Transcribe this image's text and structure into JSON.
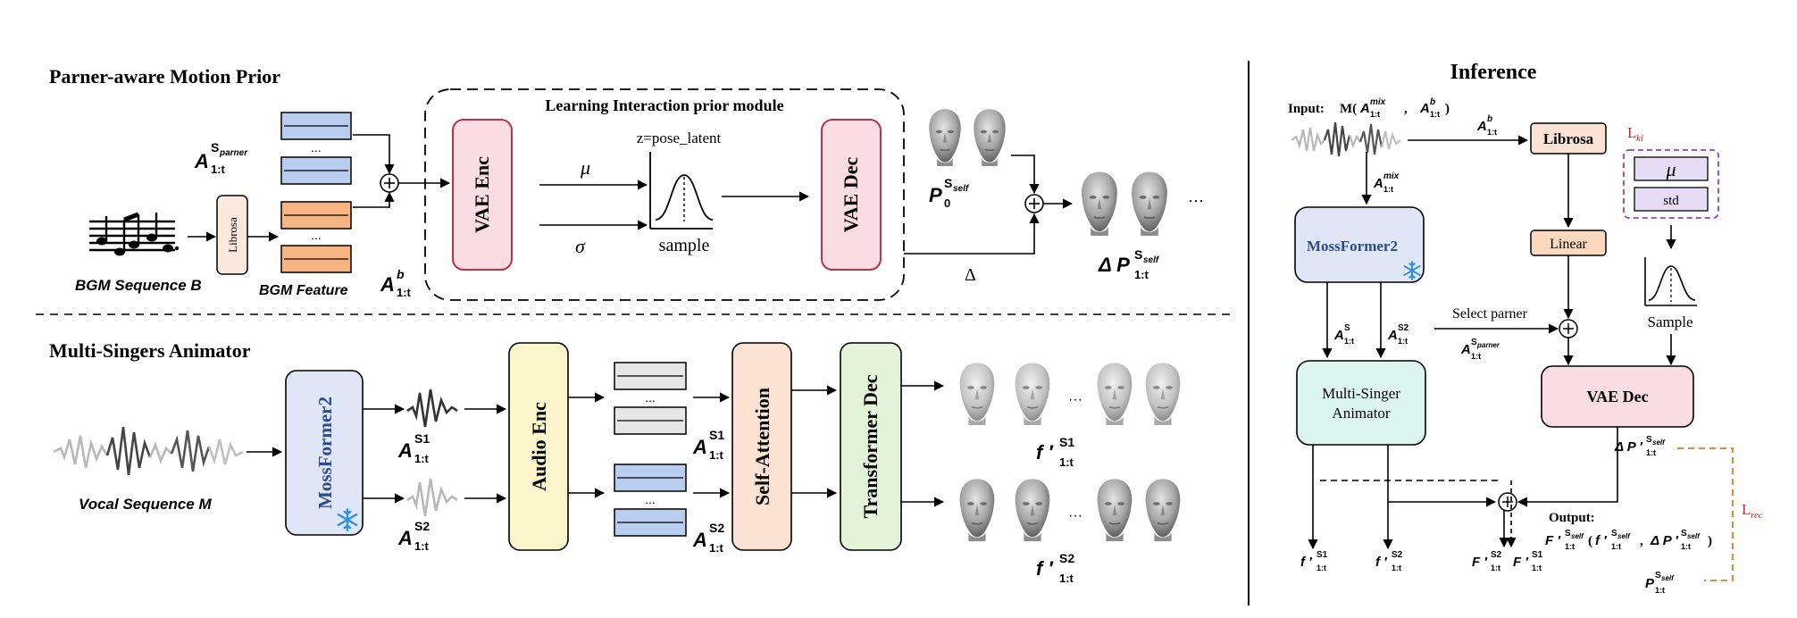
{
  "prior": {
    "title": "Parner-aware Motion Prior",
    "module_title": "Learning Interaction prior module",
    "bgm_label": "BGM Sequence B",
    "librosa": "Librosa",
    "bgm_feature": "BGM Feature",
    "a_partner": {
      "base": "A",
      "sup": "S",
      "supsub": "parner",
      "sub": "1:t"
    },
    "a_bgm": {
      "base": "A",
      "sup": "b",
      "sub": "1:t"
    },
    "dots": "...",
    "vae_enc": "VAE Enc",
    "mu": "μ",
    "sigma": "σ",
    "z_label": "z=pose_latent",
    "sample": "sample",
    "vae_dec": "VAE Dec",
    "p0": {
      "base": "P",
      "sup": "S",
      "supsub": "self",
      "sub": "0"
    },
    "delta": "Δ",
    "delta_p": {
      "prefix": "Δ ",
      "base": "P",
      "sup": "S",
      "supsub": "self",
      "sub": "1:t"
    },
    "ellipsis": "···"
  },
  "animator": {
    "title": "Multi-Singers Animator",
    "vocal_label": "Vocal Sequence  M",
    "mossformer": "MossFormer2",
    "a_s1": {
      "base": "A",
      "sup": "S1",
      "sub": "1:t"
    },
    "a_s2": {
      "base": "A",
      "sup": "S2",
      "sub": "1:t"
    },
    "audio_enc": "Audio Enc",
    "dots": "...",
    "self_attention": "Self-Attention",
    "transformer_dec": "Transformer Dec",
    "f_s1": {
      "base": "f ′",
      "sup": "S1",
      "sub": "1:t"
    },
    "f_s2": {
      "base": "f ′",
      "sup": "S2",
      "sub": "1:t"
    },
    "ellipsis": "···"
  },
  "inference": {
    "title": "Inference",
    "input_label": "Input:",
    "input_m": "M(",
    "input_amix": {
      "base": "A",
      "sup": "mix",
      "sub": "1:t"
    },
    "input_comma": ",",
    "input_ab": {
      "base": "A",
      "sup": "b",
      "sub": "1:t"
    },
    "input_close": ")",
    "ab": {
      "base": "A",
      "sup": "b",
      "sub": "1:t"
    },
    "amix": {
      "base": "A",
      "sup": "mix",
      "sub": "1:t"
    },
    "librosa": "Librosa",
    "lkl": "L",
    "lkl_sub": "kl",
    "mu": "μ",
    "std": "std",
    "mossformer": "MossFormer2",
    "linear": "Linear",
    "sample": "Sample",
    "select_parner": "Select parner",
    "a_s": {
      "base": "A",
      "sup": "S",
      "sub": "1:t"
    },
    "a_s2": {
      "base": "A",
      "sup": "S2",
      "sub": "1:t"
    },
    "a_partner": {
      "base": "A",
      "sup": "S",
      "supsub": "parner",
      "sub": "1:t"
    },
    "animator": [
      "Multi-Singer",
      "Animator"
    ],
    "vae_dec": "VAE Dec",
    "delta_p": {
      "prefix": "Δ ",
      "base": "P ′",
      "sup": "S",
      "supsub": "self",
      "sub": "1:t"
    },
    "lrec": "L",
    "lrec_sub": "rec",
    "output_label": "Output:",
    "output_f": {
      "base": "F ′",
      "sup": "S",
      "supsub": "self",
      "sub": "1:t"
    },
    "output_open": "(",
    "output_f1": {
      "base": "f ′",
      "sup": "S",
      "supsub": "self",
      "sub": "1:t"
    },
    "output_comma": ",",
    "output_dp": {
      "prefix": "Δ ",
      "base": "P ′",
      "sup": "S",
      "supsub": "self",
      "sub": "1:t"
    },
    "output_close": ")",
    "p_self": {
      "base": "P",
      "sup": "S",
      "supsub": "self",
      "sub": "1:t"
    },
    "f1": {
      "base": "f ′",
      "sup": "S1",
      "sub": "1:t"
    },
    "f2": {
      "base": "f ′",
      "sup": "S2",
      "sub": "1:t"
    },
    "F2": {
      "base": "F ′",
      "sup": "S2",
      "sub": "1:t"
    },
    "F1": {
      "base": "F ′",
      "sup": "S1",
      "sub": "1:t"
    }
  },
  "colors": {
    "blue_fill": "#b9cdee",
    "orange_fill": "#f6b483",
    "gray_fill": "#e6e6e6",
    "pink_fill": "#fadde3",
    "pink_stroke": "#c0304a",
    "yellow_fill": "#fdf6cc",
    "peach_fill": "#fbe2d3",
    "green_fill": "#e3f4d8",
    "moss_fill": "#dfe7f7",
    "moss_text": "#2e4a8c",
    "teal_fill": "#dcf5f1",
    "purple": "#8a3ed8",
    "lavender": "#e6dcf6",
    "red": "#d42020",
    "orange_dash": "#e07a1f"
  }
}
